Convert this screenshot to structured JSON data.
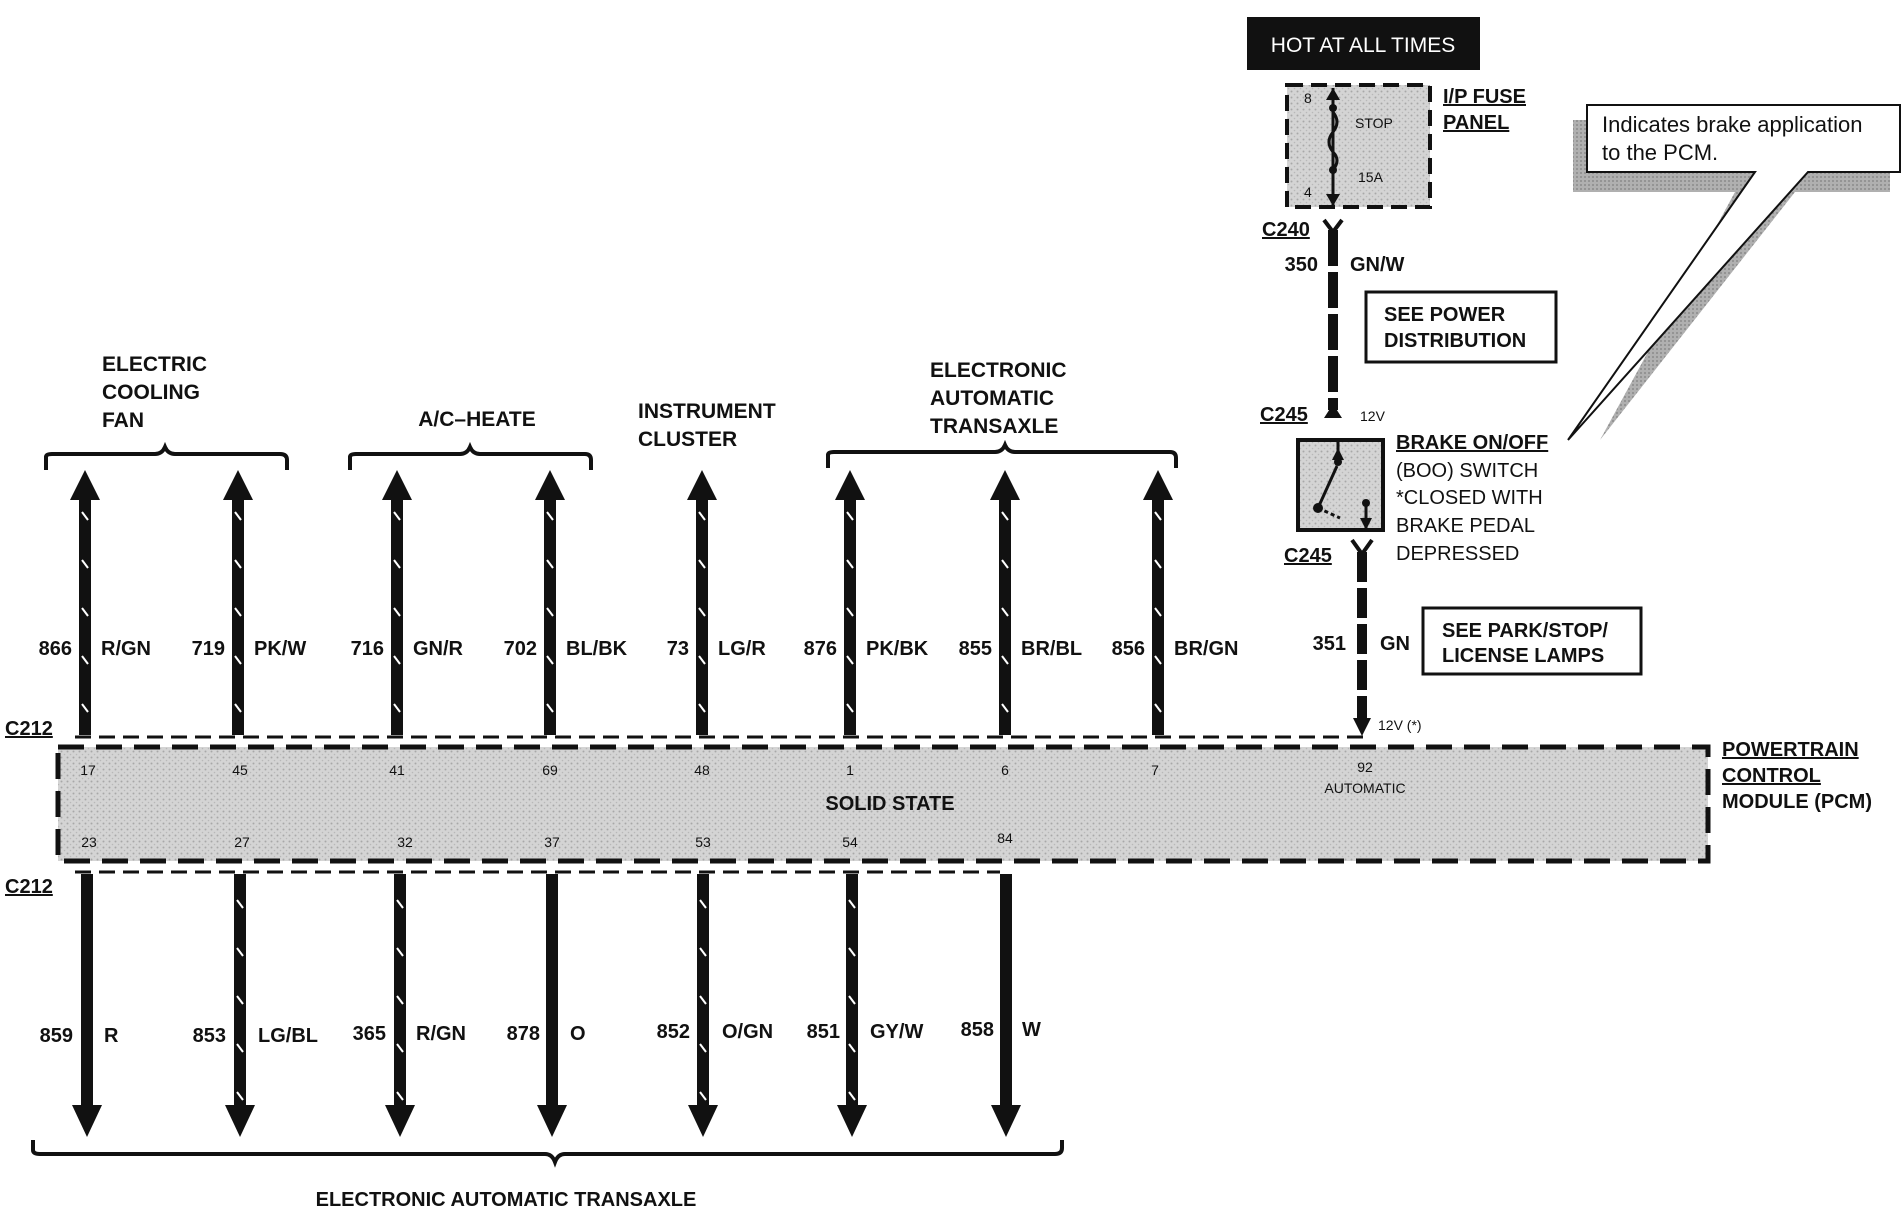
{
  "power": {
    "hot_label": "HOT AT ALL TIMES",
    "fuse_panel": [
      "I/P FUSE",
      "PANEL"
    ],
    "fuse_name": "STOP",
    "fuse_rating": "15A",
    "fuse_pin_top": "8",
    "fuse_pin_bottom": "4",
    "c240": "C240",
    "circuit_350": "350",
    "color_350": "GN/W",
    "see_power": [
      "SEE POWER",
      "DISTRIBUTION"
    ],
    "c245_top": "C245",
    "volt_top": "12V",
    "brake_switch": [
      "BRAKE ON/OFF",
      "(BOO) SWITCH",
      "*CLOSED WITH",
      "BRAKE PEDAL",
      "DEPRESSED"
    ],
    "c245_bottom": "C245",
    "circuit_351": "351",
    "color_351": "GN",
    "see_park": [
      "SEE PARK/STOP/",
      "LICENSE LAMPS"
    ],
    "volt_bottom": "12V (*)"
  },
  "callout": [
    "Indicates brake application",
    "to the PCM."
  ],
  "groups_top": [
    {
      "label": [
        "ELECTRIC",
        "COOLING",
        "FAN"
      ]
    },
    {
      "label": [
        "A/C–HEATE"
      ]
    },
    {
      "label": [
        "INSTRUMENT",
        "CLUSTER"
      ]
    },
    {
      "label": [
        "ELECTRONIC",
        "AUTOMATIC",
        "TRANSAXLE"
      ]
    }
  ],
  "top_wires": [
    {
      "circuit": "866",
      "color": "R/GN",
      "pin": "17"
    },
    {
      "circuit": "719",
      "color": "PK/W",
      "pin": "45"
    },
    {
      "circuit": "716",
      "color": "GN/R",
      "pin": "41"
    },
    {
      "circuit": "702",
      "color": "BL/BK",
      "pin": "69"
    },
    {
      "circuit": "73",
      "color": "LG/R",
      "pin": "48"
    },
    {
      "circuit": "876",
      "color": "PK/BK",
      "pin": "1"
    },
    {
      "circuit": "855",
      "color": "BR/BL",
      "pin": "6"
    },
    {
      "circuit": "856",
      "color": "BR/GN",
      "pin": "7"
    }
  ],
  "connector_top": "C212",
  "connector_bottom": "C212",
  "pcm": {
    "center_label": "SOLID STATE",
    "name": [
      "POWERTRAIN",
      "CONTROL",
      "MODULE (PCM)"
    ],
    "pin_92": "92",
    "pin_92_label": "AUTOMATIC"
  },
  "bottom_wires": [
    {
      "circuit": "859",
      "color": "R",
      "pin": "23"
    },
    {
      "circuit": "853",
      "color": "LG/BL",
      "pin": "27"
    },
    {
      "circuit": "365",
      "color": "R/GN",
      "pin": "32"
    },
    {
      "circuit": "878",
      "color": "O",
      "pin": "37"
    },
    {
      "circuit": "852",
      "color": "O/GN",
      "pin": "53"
    },
    {
      "circuit": "851",
      "color": "GY/W",
      "pin": "54"
    },
    {
      "circuit": "858",
      "color": "W",
      "pin": "84"
    }
  ],
  "bottom_group_label": "ELECTRONIC AUTOMATIC TRANSAXLE",
  "colors": {
    "ink": "#111111",
    "stipple": "#c9c9c9",
    "shadow": "#9a9a9a"
  }
}
